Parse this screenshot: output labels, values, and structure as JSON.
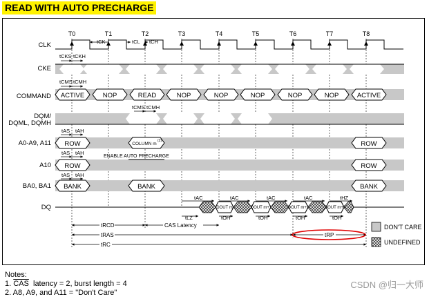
{
  "title": "READ WITH AUTO PRECHARGE",
  "clock_edges": [
    "T0",
    "T1",
    "T2",
    "T3",
    "T4",
    "T5",
    "T6",
    "T7",
    "T8"
  ],
  "signals": {
    "clk": "CLK",
    "cke": "CKE",
    "command": "COMMAND",
    "dqm_1": "DQM/",
    "dqm_2": "DQML, DQMH",
    "addr": "A0-A9, A11",
    "a10": "A10",
    "bank": "BA0, BA1",
    "dq": "DQ"
  },
  "commands": [
    "ACTIVE",
    "NOP",
    "READ",
    "NOP",
    "NOP",
    "NOP",
    "NOP",
    "NOP",
    "ACTIVE"
  ],
  "address": {
    "row": "ROW",
    "column": "COLUMN m",
    "column_sup": "(2)",
    "next_row": "ROW"
  },
  "a10": {
    "row": "ROW",
    "next_row": "ROW",
    "note": "ENABLE AUTO PRECHARGE"
  },
  "bank": {
    "first": "BANK",
    "second": "BANK",
    "third": "BANK"
  },
  "dq": [
    "DOUT m",
    "DOUT m+1",
    "DOUT m+2",
    "DOUT m+3"
  ],
  "timing": {
    "tCK": "tCK",
    "tCL": "tCL",
    "tCH": "tCH",
    "tCKS": "tCKS",
    "tCKH": "tCKH",
    "tCMS": "tCMS",
    "tCMH": "tCMH",
    "tAS": "tAS",
    "tAH": "tAH",
    "tAC": "tAC",
    "tOH": "tOH",
    "tLZ": "tLZ",
    "tHZ": "tHZ",
    "tRCD": "tRCD",
    "cas_latency": "CAS Latency",
    "tRAS": "tRAS",
    "tRP": "tRP",
    "tRC": "tRC"
  },
  "legend": {
    "dont_care": "DON'T CARE",
    "undefined": "UNDEFINED"
  },
  "notes": {
    "heading": "Notes:",
    "n1_prefix": "1.",
    "n1_cas": "CAS",
    "n1_rest": "latency = 2, burst length = 4",
    "n2": "2. A8, A9, and A11 = \"Don't Care\""
  },
  "watermark": "CSDN @归一大师",
  "colors": {
    "title_bg": "#fff200",
    "dont_care_fill": "#c8c8c8",
    "highlight_ellipse": "#e00000"
  }
}
